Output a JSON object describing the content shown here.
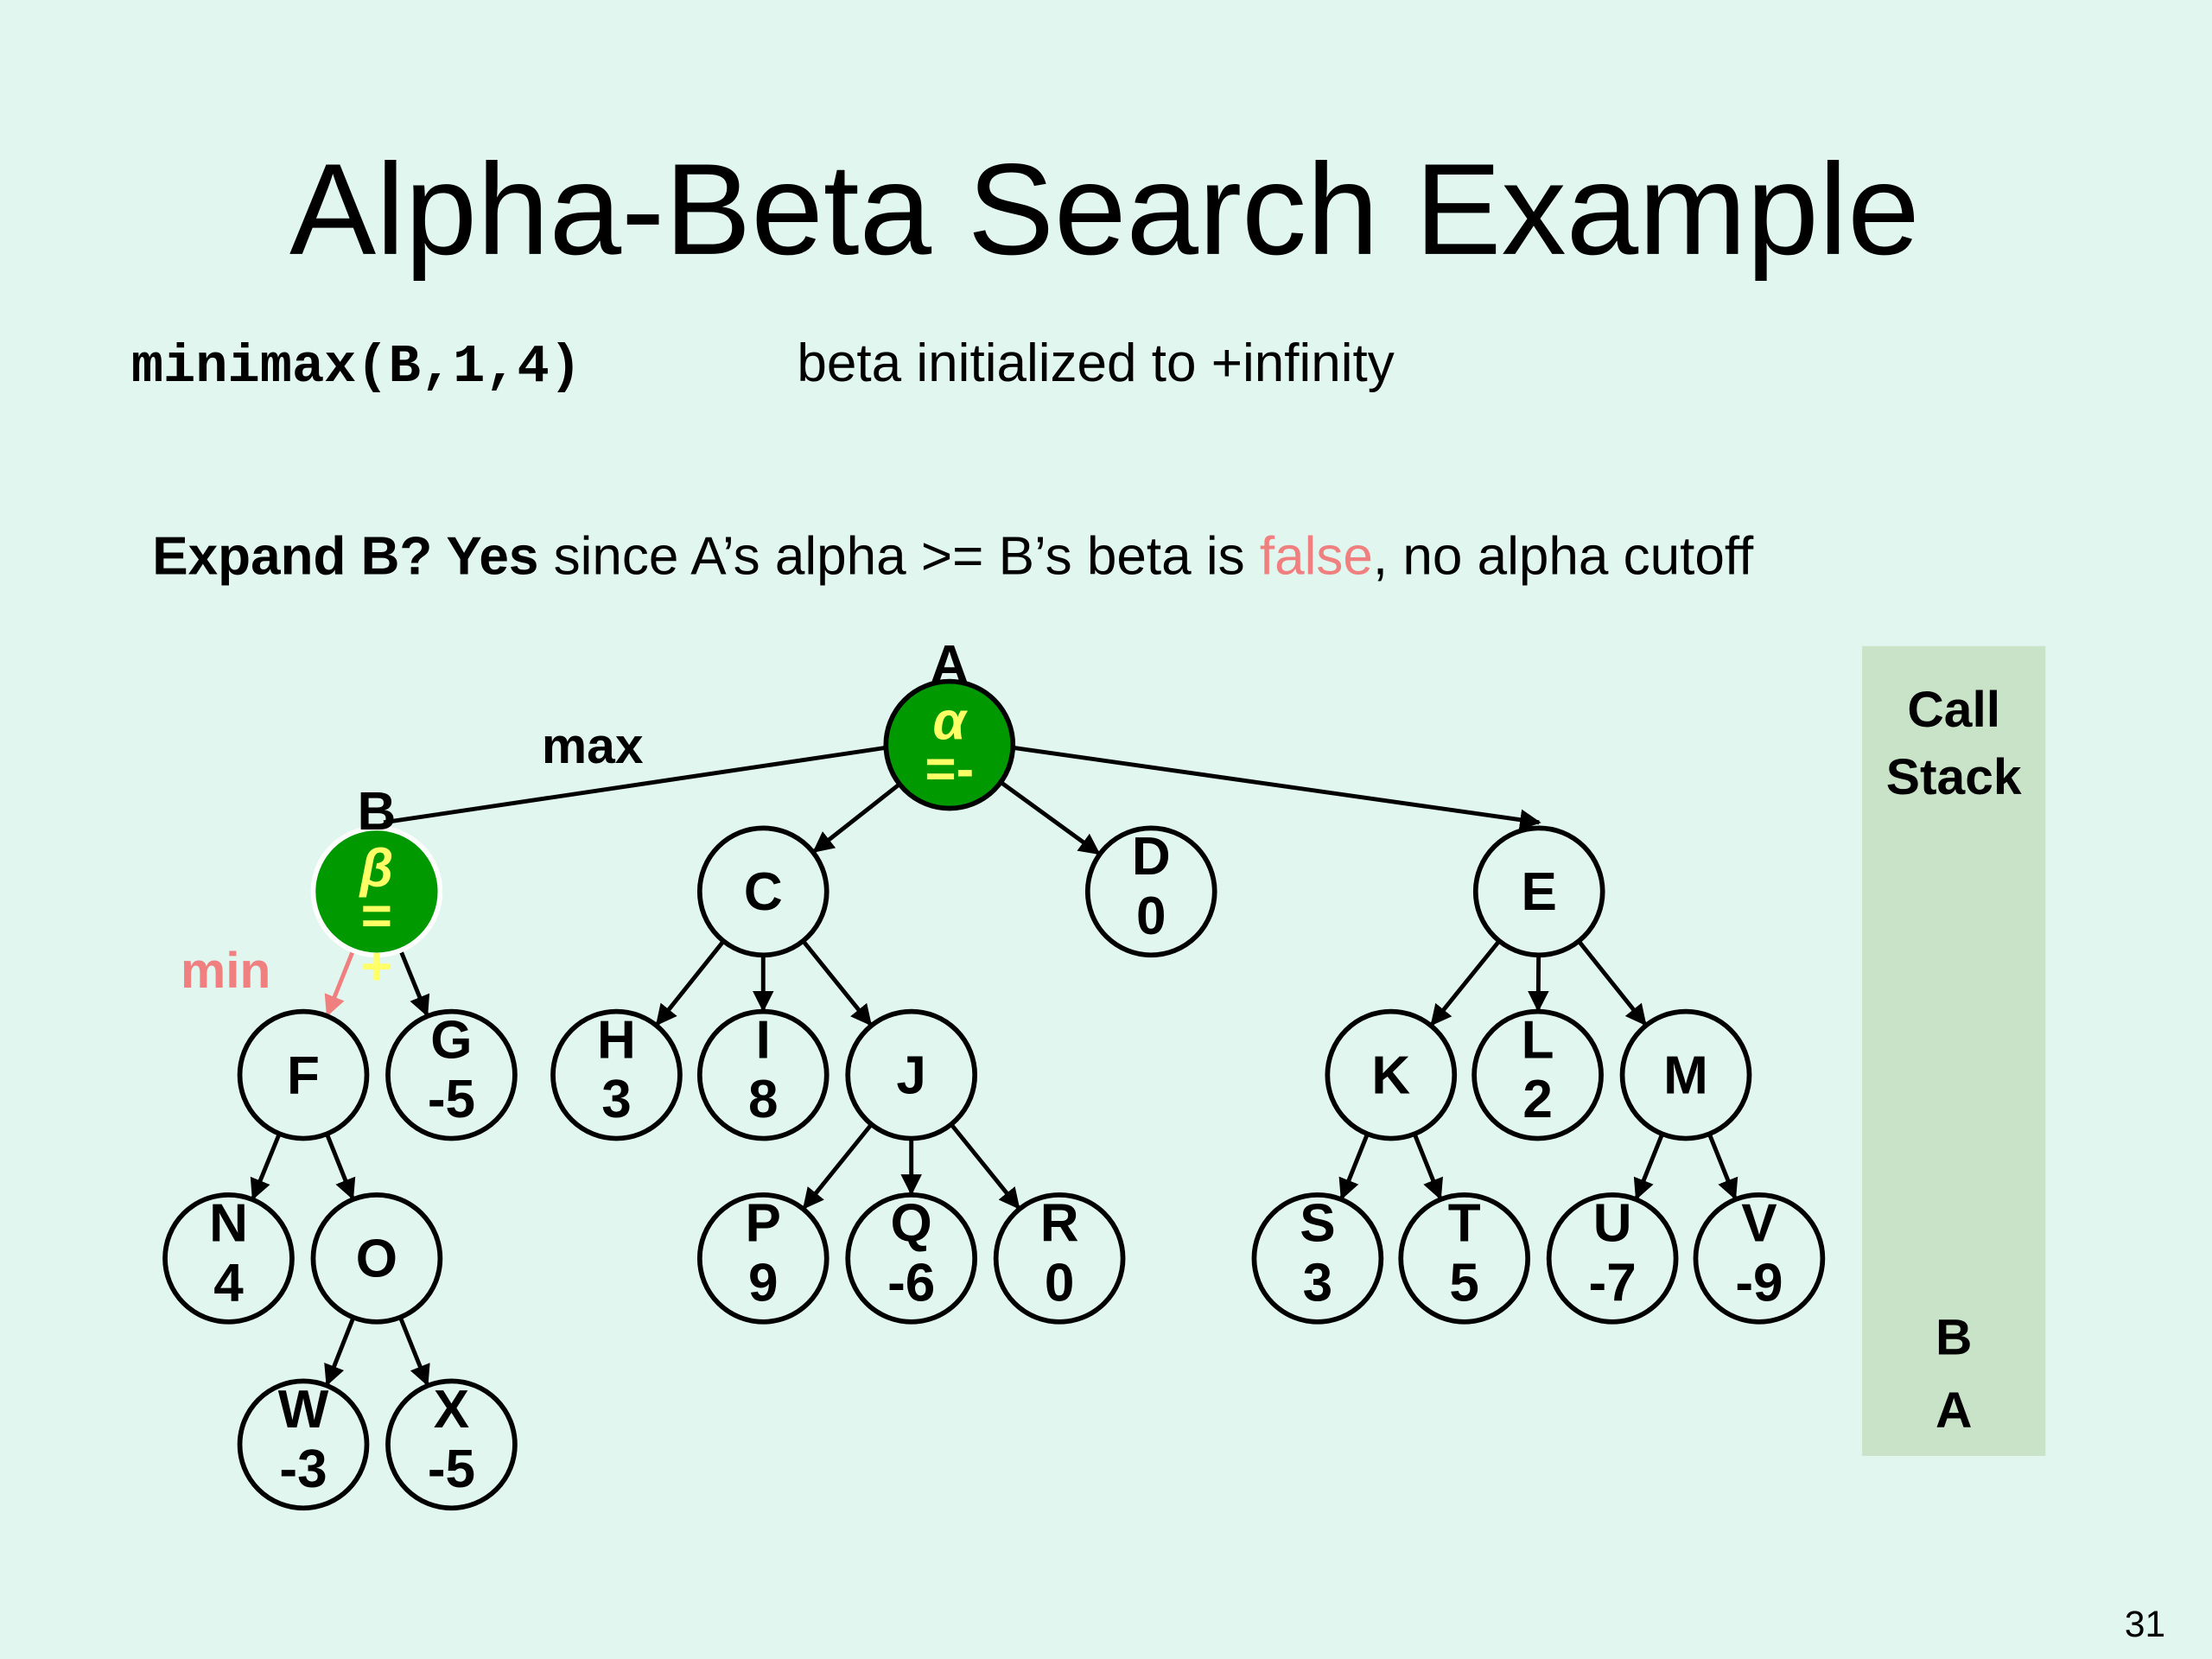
{
  "title": "Alpha-Beta Search Example",
  "call": "minimax(B,1,4)",
  "note": "beta initialized to +infinity",
  "expand": {
    "bold": "Expand B? Yes",
    "text1": " since A’s alpha >= B’s beta is ",
    "highlight": "false",
    "text2": ", no alpha cutoff"
  },
  "labels": {
    "max": "max",
    "min": "min"
  },
  "colors": {
    "background": "#e0f6ef",
    "active_node": "#009900",
    "greek": "#ffff66",
    "highlight": "#f08080",
    "call_stack_bg": "#c8e3c7"
  },
  "tree": {
    "A": {
      "children": [
        "B",
        "C",
        "D",
        "E"
      ],
      "active": true,
      "greek": "α",
      "bound": "=-"
    },
    "B": {
      "children": [
        "F",
        "G"
      ],
      "active": true,
      "greek": "β",
      "bound": "=",
      "bound2": "+"
    },
    "C": {
      "children": [
        "H",
        "I",
        "J"
      ]
    },
    "D": {
      "value": "0"
    },
    "E": {
      "children": [
        "K",
        "L",
        "M"
      ]
    },
    "F": {
      "children": [
        "N",
        "O"
      ]
    },
    "G": {
      "value": "-5"
    },
    "H": {
      "value": "3"
    },
    "I": {
      "value": "8"
    },
    "J": {
      "children": [
        "P",
        "Q",
        "R"
      ]
    },
    "K": {
      "children": [
        "S",
        "T"
      ]
    },
    "L": {
      "value": "2"
    },
    "M": {
      "children": [
        "U",
        "V"
      ]
    },
    "N": {
      "value": "4"
    },
    "O": {
      "children": [
        "W",
        "X"
      ]
    },
    "P": {
      "value": "9"
    },
    "Q": {
      "value": "-6"
    },
    "R": {
      "value": "0"
    },
    "S": {
      "value": "3"
    },
    "T": {
      "value": "5"
    },
    "U": {
      "value": "-7"
    },
    "V": {
      "value": "-9"
    },
    "W": {
      "value": "-3"
    },
    "X": {
      "value": "-5"
    }
  },
  "call_stack": {
    "title_line1": "Call",
    "title_line2": "Stack",
    "frames": [
      "B",
      "A"
    ]
  },
  "page_number": "31"
}
